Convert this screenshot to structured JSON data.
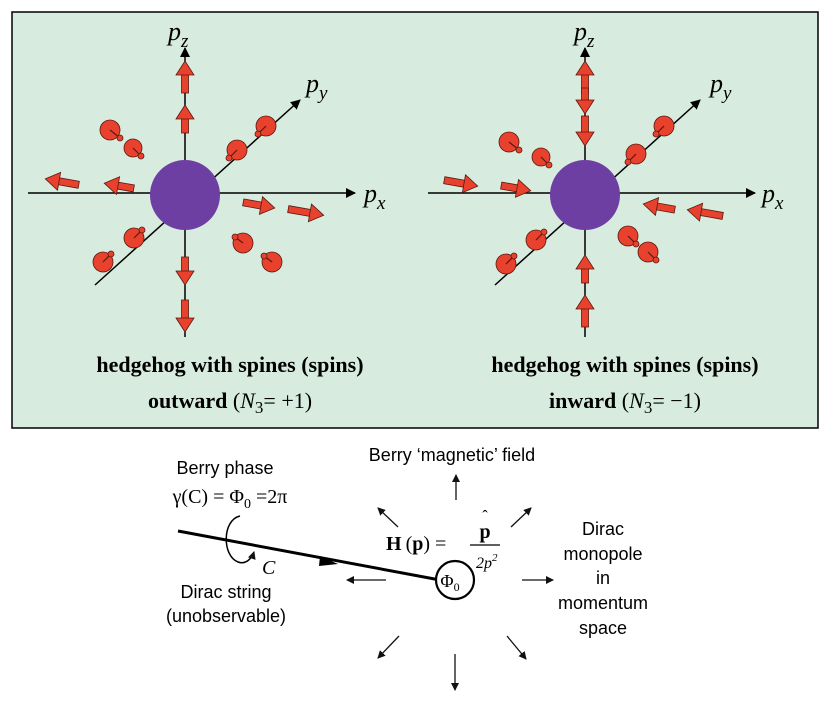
{
  "top_panel": {
    "background": "#d7ebdf",
    "sphere_color": "#6e3fa3",
    "spin_color": "#e8412d",
    "left": {
      "axis_z": "p",
      "axis_z_sub": "z",
      "axis_y": "p",
      "axis_y_sub": "y",
      "axis_x": "p",
      "axis_x_sub": "x",
      "caption_line1": "hedgehog with spines (spins)",
      "caption_word": "outward",
      "caption_open": "(",
      "caption_n": "N",
      "caption_n_sub": "3",
      "caption_value": "= +1)"
    },
    "right": {
      "axis_z": "p",
      "axis_z_sub": "z",
      "axis_y": "p",
      "axis_y_sub": "y",
      "axis_x": "p",
      "axis_x_sub": "x",
      "caption_line1": "hedgehog with spines (spins)",
      "caption_word": "inward",
      "caption_open": "(",
      "caption_n": "N",
      "caption_n_sub": "3",
      "caption_value": "= −1)"
    }
  },
  "bottom_panel": {
    "berry_phase_label": "Berry phase",
    "gamma_formula_left": "γ(C) = Φ",
    "gamma_formula_sub": "0",
    "gamma_formula_right": " =2π",
    "loop_label": "C",
    "dirac_string_line1": "Dirac string",
    "dirac_string_line2": "(unobservable)",
    "field_label": "Berry ‘magnetic’ field",
    "h_formula_left": "H (p) =",
    "h_numerator": "p",
    "h_numerator_hat": "ˆ",
    "h_denominator": "2p",
    "h_denominator_sup": "2",
    "monopole_symbol": "Φ",
    "monopole_sub": "0",
    "monopole_line1": "Dirac",
    "monopole_line2": "monopole",
    "monopole_line3": "in",
    "monopole_line4": "momentum",
    "monopole_line5": "space"
  }
}
